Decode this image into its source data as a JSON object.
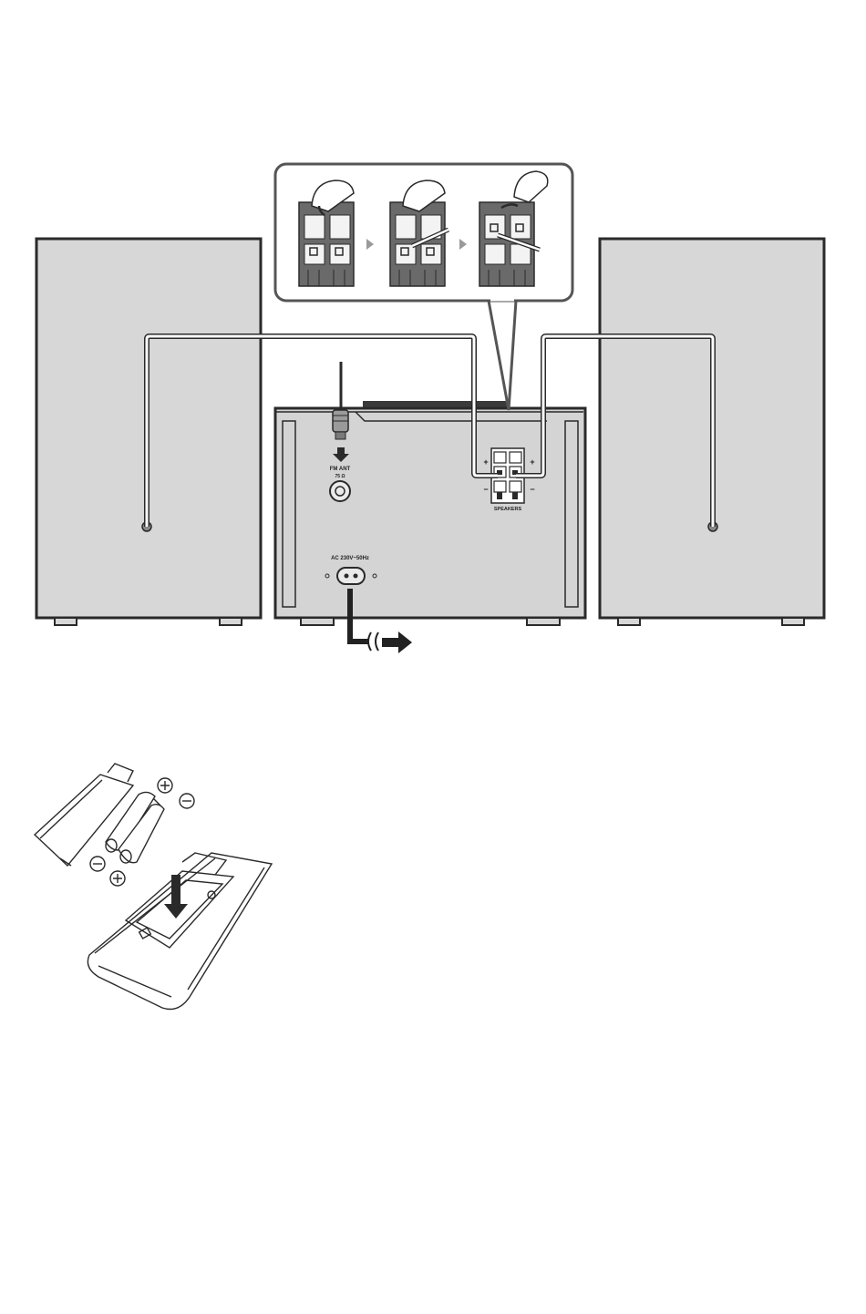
{
  "diagram": {
    "connection": {
      "antenna_label": "FM ANT",
      "antenna_impedance": "75 Ω",
      "power_label": "AC 230V~50Hz",
      "speakers_label": "SPEAKERS",
      "plus": "+",
      "minus": "−"
    }
  },
  "colors": {
    "speaker_fill": "#d7d7d7",
    "unit_fill": "#d4d4d4",
    "outline": "#2a2a2a",
    "callout_border": "#555555"
  }
}
